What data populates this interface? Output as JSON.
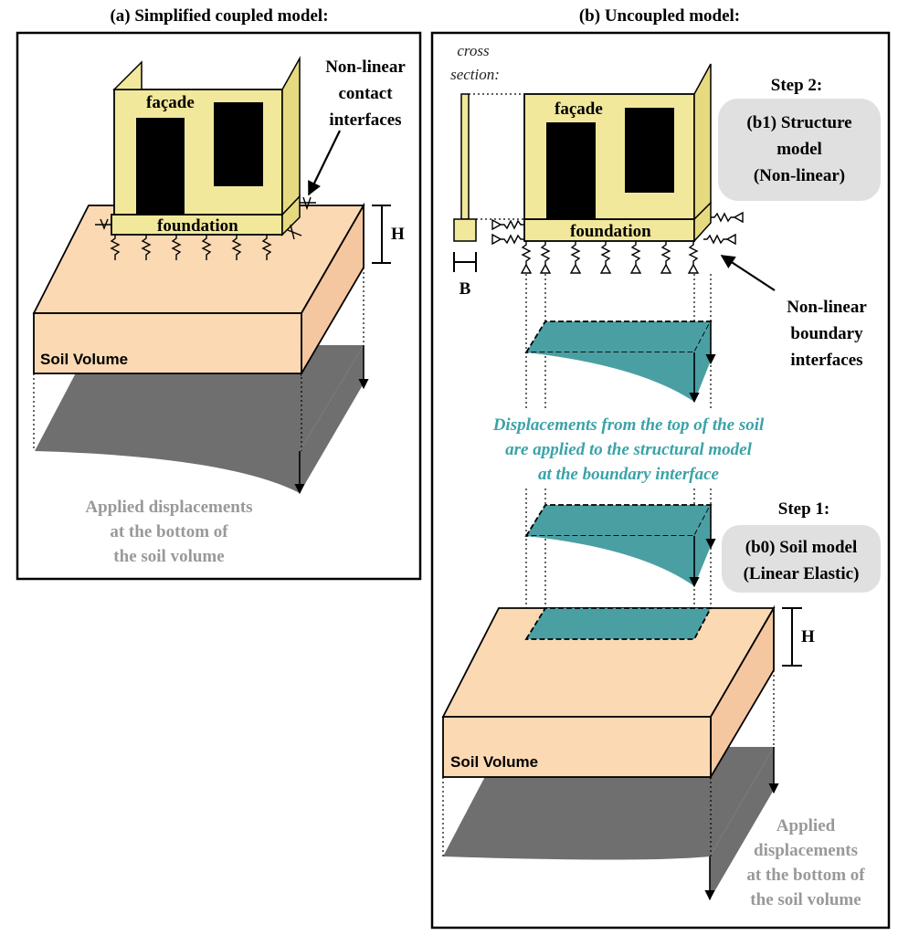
{
  "colors": {
    "soil": "#fbd9b3",
    "shadow": "#707070",
    "facade": "#f2e89b",
    "teal": "#4a9fa3",
    "teal_text": "#3aa3a8",
    "step_box": "#e0e0e0",
    "grey_text": "#999999"
  },
  "panel_a": {
    "title": "(a) Simplified coupled model:",
    "facade_label": "façade",
    "foundation_label": "foundation",
    "contact_label_1": "Non-linear",
    "contact_label_2": "contact",
    "contact_label_3": "interfaces",
    "height_label": "H",
    "soil_label": "Soil Volume",
    "applied_1": "Applied displacements",
    "applied_2": "at the bottom of",
    "applied_3": "the soil volume"
  },
  "panel_b": {
    "title": "(b) Uncoupled model:",
    "cross_1": "cross",
    "cross_2": "section:",
    "facade_label": "façade",
    "foundation_label": "foundation",
    "width_label": "B",
    "step2": "Step 2:",
    "b1_1": "(b1) Structure",
    "b1_2": "model",
    "b1_3": "(Non-linear)",
    "boundary_1": "Non-linear",
    "boundary_2": "boundary",
    "boundary_3": "interfaces",
    "teal_1": "Displacements from the top of the soil",
    "teal_2": "are applied to the structural model",
    "teal_3": "at the boundary interface",
    "step1": "Step 1:",
    "b0_1": "(b0) Soil model",
    "b0_2": "(Linear Elastic)",
    "height_label": "H",
    "soil_label": "Soil Volume",
    "applied_1": "Applied",
    "applied_2": "displacements",
    "applied_3": "at the bottom of",
    "applied_4": "the soil volume"
  }
}
